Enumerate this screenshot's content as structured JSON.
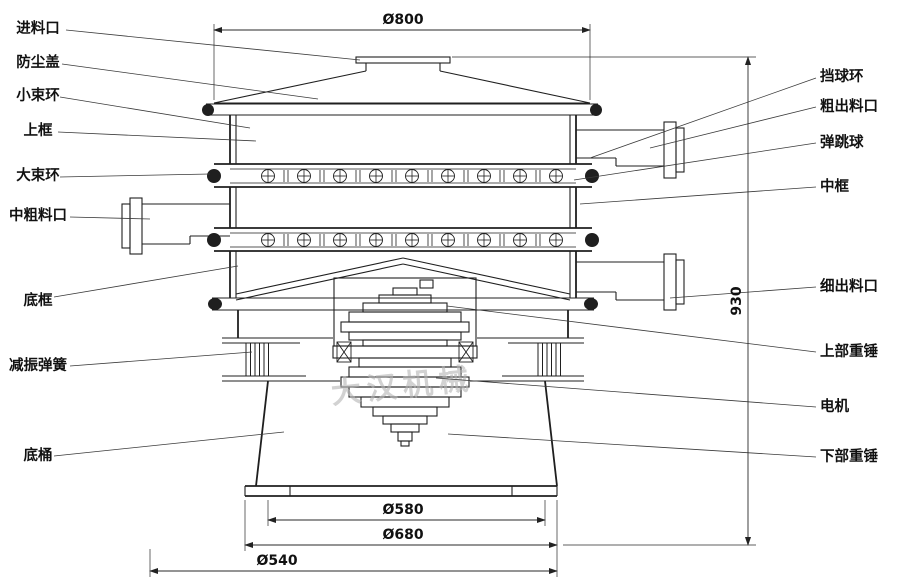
{
  "drawing": {
    "watermark": "大汉机械",
    "labels_left": [
      {
        "text": "进料口"
      },
      {
        "text": "防尘盖"
      },
      {
        "text": "小束环"
      },
      {
        "text": "上框"
      },
      {
        "text": "大束环"
      },
      {
        "text": "中粗料口"
      },
      {
        "text": "底框"
      },
      {
        "text": "减振弹簧"
      },
      {
        "text": "底桶"
      }
    ],
    "labels_right": [
      {
        "text": "挡球环"
      },
      {
        "text": "粗出料口"
      },
      {
        "text": "弹跳球"
      },
      {
        "text": "中框"
      },
      {
        "text": "细出料口"
      },
      {
        "text": "上部重锤"
      },
      {
        "text": "电机"
      },
      {
        "text": "下部重锤"
      }
    ],
    "dimensions": {
      "top_diameter": "Ø800",
      "overall_height": "930",
      "barrel_top_diameter": "Ø580",
      "barrel_flange_diameter": "Ø680",
      "base_diameter": "Ø540"
    }
  },
  "colors": {
    "line": "#1f1f1f",
    "watermark": "#b5b5b5",
    "background": "#ffffff"
  }
}
